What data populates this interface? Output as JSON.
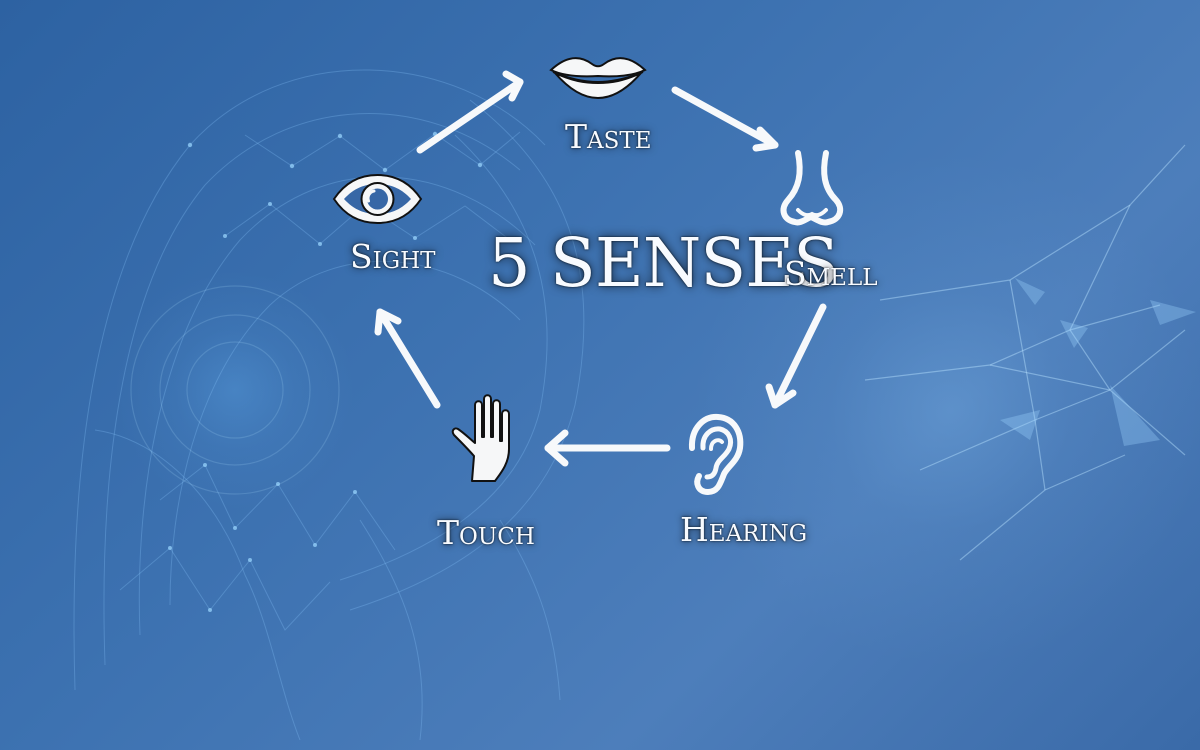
{
  "diagram": {
    "title": "5 SENSES",
    "nodes": [
      {
        "id": "taste",
        "label": "Taste",
        "icon": "lips-icon"
      },
      {
        "id": "smell",
        "label": "Smell",
        "icon": "nose-icon"
      },
      {
        "id": "hearing",
        "label": "Hearing",
        "icon": "ear-icon"
      },
      {
        "id": "touch",
        "label": "Touch",
        "icon": "hand-icon"
      },
      {
        "id": "sight",
        "label": "Sight",
        "icon": "eye-icon"
      }
    ],
    "edges": [
      {
        "from": "sight",
        "to": "taste"
      },
      {
        "from": "taste",
        "to": "smell"
      },
      {
        "from": "smell",
        "to": "hearing"
      },
      {
        "from": "hearing",
        "to": "touch"
      },
      {
        "from": "touch",
        "to": "sight"
      }
    ],
    "colors": {
      "background_dark": "#2d62a2",
      "background_light": "#4d7ebb",
      "foreground": "#f7f9fb",
      "network_lines": "#83c7ff"
    }
  }
}
